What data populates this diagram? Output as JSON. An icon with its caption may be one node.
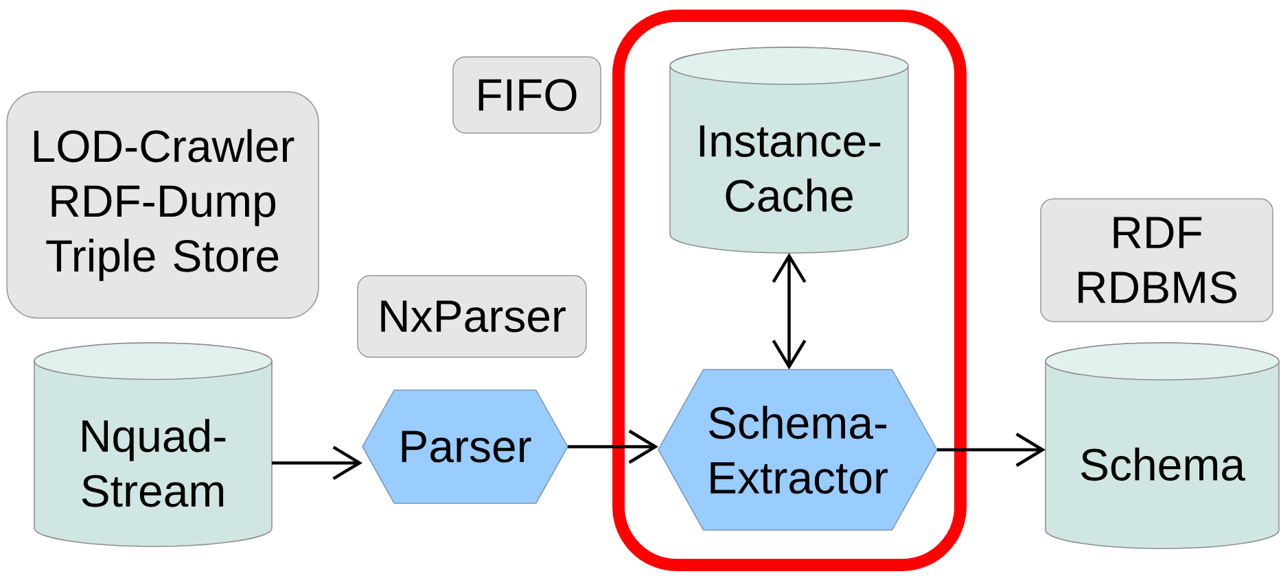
{
  "diagram": {
    "nodes": [
      {
        "text": [
          "LOD-Crawler",
          "RDF-Dump",
          "Triple Store"
        ]
      },
      {
        "text": [
          "Nquad-Stream"
        ]
      },
      {
        "text": [
          "NxParser"
        ]
      },
      {
        "text": [
          "Parser"
        ]
      },
      {
        "text": [
          "FIFO"
        ]
      },
      {
        "text": [],
        "shape": "box"
      },
      {
        "text": [
          "Instance-Cache"
        ],
        "in": 5
      },
      {
        "text": [
          "Schema-Extractor"
        ],
        "in": 5
      },
      {
        "text": [
          "RDF",
          "RDBMS"
        ]
      },
      {
        "text": [
          "Schema"
        ]
      }
    ],
    "edges": [
      {
        "from": 1,
        "to": 3,
        "arrow": "to"
      },
      {
        "from": 3,
        "to": 7,
        "arrow": "to"
      },
      {
        "from": 6,
        "to": 7,
        "arrow": "both"
      },
      {
        "from": 7,
        "to": 9,
        "arrow": "to"
      }
    ]
  }
}
